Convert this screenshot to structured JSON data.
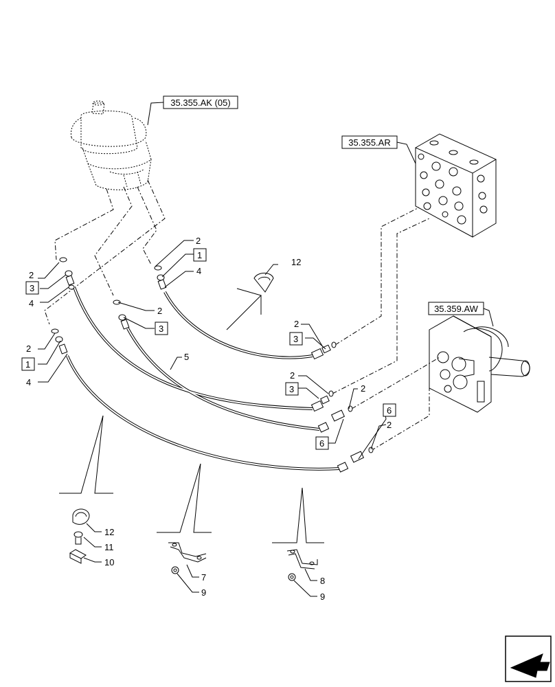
{
  "references": {
    "joystick": "35.355.AK (05)",
    "valve_block": "35.355.AR",
    "control_valve": "35.359.AW"
  },
  "callouts": {
    "c2a": "2",
    "c3a": "3",
    "c4a": "4",
    "c2b": "2",
    "c1a": "1",
    "c4b": "4",
    "c2c": "2",
    "c1b": "1",
    "c4c": "4",
    "c2d": "2",
    "c3b": "3",
    "c12a": "12",
    "c5": "5",
    "c2e": "2",
    "c3c": "3",
    "c2f": "2",
    "c3d": "3",
    "c2g": "2",
    "c6a": "6",
    "c6b": "6",
    "c2h": "2",
    "c12b": "12",
    "c11": "11",
    "c10": "10",
    "c7": "7",
    "c9a": "9",
    "c8": "8",
    "c9b": "9"
  },
  "icons": {
    "nav": "next-page-arrow-icon"
  }
}
